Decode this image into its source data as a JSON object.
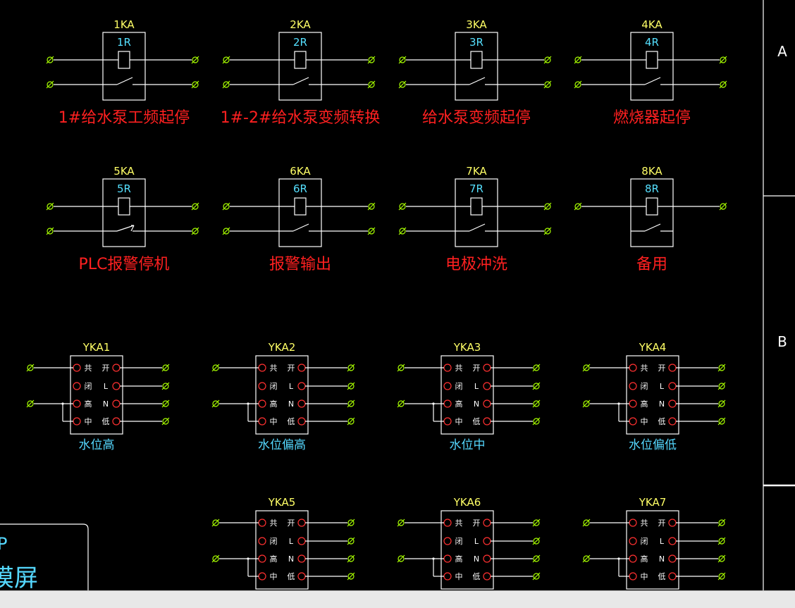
{
  "colors": {
    "background": "#000000",
    "line": "#ffffff",
    "terminal": "#a8ff00",
    "relay_code": "#ffff66",
    "relay_coil": "#55e0ff",
    "relay_caption": "#ff2020",
    "module_caption": "#55d8ff",
    "module_pin": "#ff3030",
    "status_bar": "#e8e8e8"
  },
  "border": {
    "zone_a": "A",
    "zone_b": "B"
  },
  "relays": [
    {
      "code": "1KA",
      "coil": "1R",
      "caption": "1#给水泵工频起停",
      "contact": "no"
    },
    {
      "code": "2KA",
      "coil": "2R",
      "caption": "1#-2#给水泵变频转换",
      "contact": "no"
    },
    {
      "code": "3KA",
      "coil": "3R",
      "caption": "给水泵变频起停",
      "contact": "no"
    },
    {
      "code": "4KA",
      "coil": "4R",
      "caption": "燃烧器起停",
      "contact": "no"
    },
    {
      "code": "5KA",
      "coil": "5R",
      "caption": "PLC报警停机",
      "contact": "nc"
    },
    {
      "code": "6KA",
      "coil": "6R",
      "caption": "报警输出",
      "contact": "no"
    },
    {
      "code": "7KA",
      "coil": "7R",
      "caption": "电极冲洗",
      "contact": "no"
    },
    {
      "code": "8KA",
      "coil": "8R",
      "caption": "备用",
      "contact": "spare"
    }
  ],
  "level_module_labels": {
    "left": [
      "共",
      "闭",
      "高",
      "中"
    ],
    "right": [
      "开",
      "L",
      "N",
      "低"
    ]
  },
  "level_modules": [
    {
      "code": "YKA1",
      "caption": "水位高"
    },
    {
      "code": "YKA2",
      "caption": "水位偏高"
    },
    {
      "code": "YKA3",
      "caption": "水位中"
    },
    {
      "code": "YKA4",
      "caption": "水位偏低"
    },
    {
      "code": "YKA5",
      "caption": ""
    },
    {
      "code": "YKA6",
      "caption": ""
    },
    {
      "code": "YKA7",
      "caption": ""
    }
  ],
  "panel_fragment": {
    "line1": "P",
    "line2": "摸屏"
  }
}
